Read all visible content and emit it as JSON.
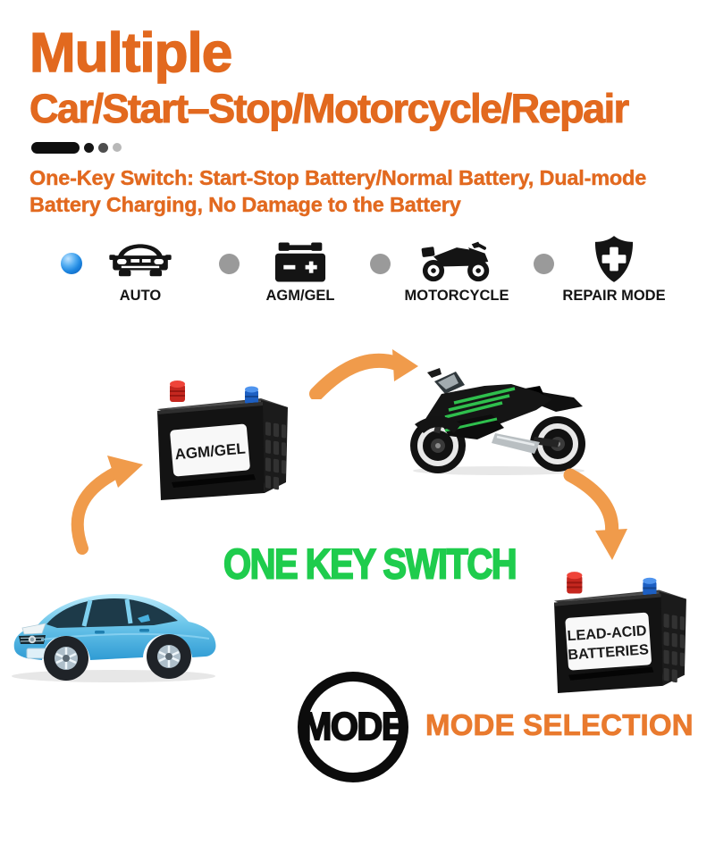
{
  "page": {
    "background": "#ffffff"
  },
  "colors": {
    "accent_orange": "#E2691F",
    "arrow_orange": "#F09B4B",
    "switch_green": "#1FCC4D",
    "selector_ball_blue": "#1D86E0",
    "separator_dot_gray": "#9A9A9A",
    "icon_black": "#141414"
  },
  "header": {
    "title": "Multiple",
    "subtitle": "Car/Start–Stop/Motorcycle/Repair",
    "description_line1": "One-Key Switch: Start-Stop Battery/Normal Battery, Dual-mode",
    "description_line2": "Battery Charging, No Damage to the Battery"
  },
  "modes": {
    "items": [
      {
        "label": "AUTO",
        "icon": "car-front-icon"
      },
      {
        "label": "AGM/GEL",
        "icon": "battery-icon"
      },
      {
        "label": "MOTORCYCLE",
        "icon": "motorcycle-icon"
      },
      {
        "label": "REPAIR MODE",
        "icon": "repair-shield-icon"
      }
    ]
  },
  "diagram": {
    "top_battery_label": "AGM/GEL",
    "bottom_battery_label_line1": "LEAD-ACID",
    "bottom_battery_label_line2": "BATTERIES",
    "center_caption": "ONE KEY SWITCH"
  },
  "footer": {
    "mode_button_label": "MODE",
    "caption": "MODE SELECTION"
  }
}
